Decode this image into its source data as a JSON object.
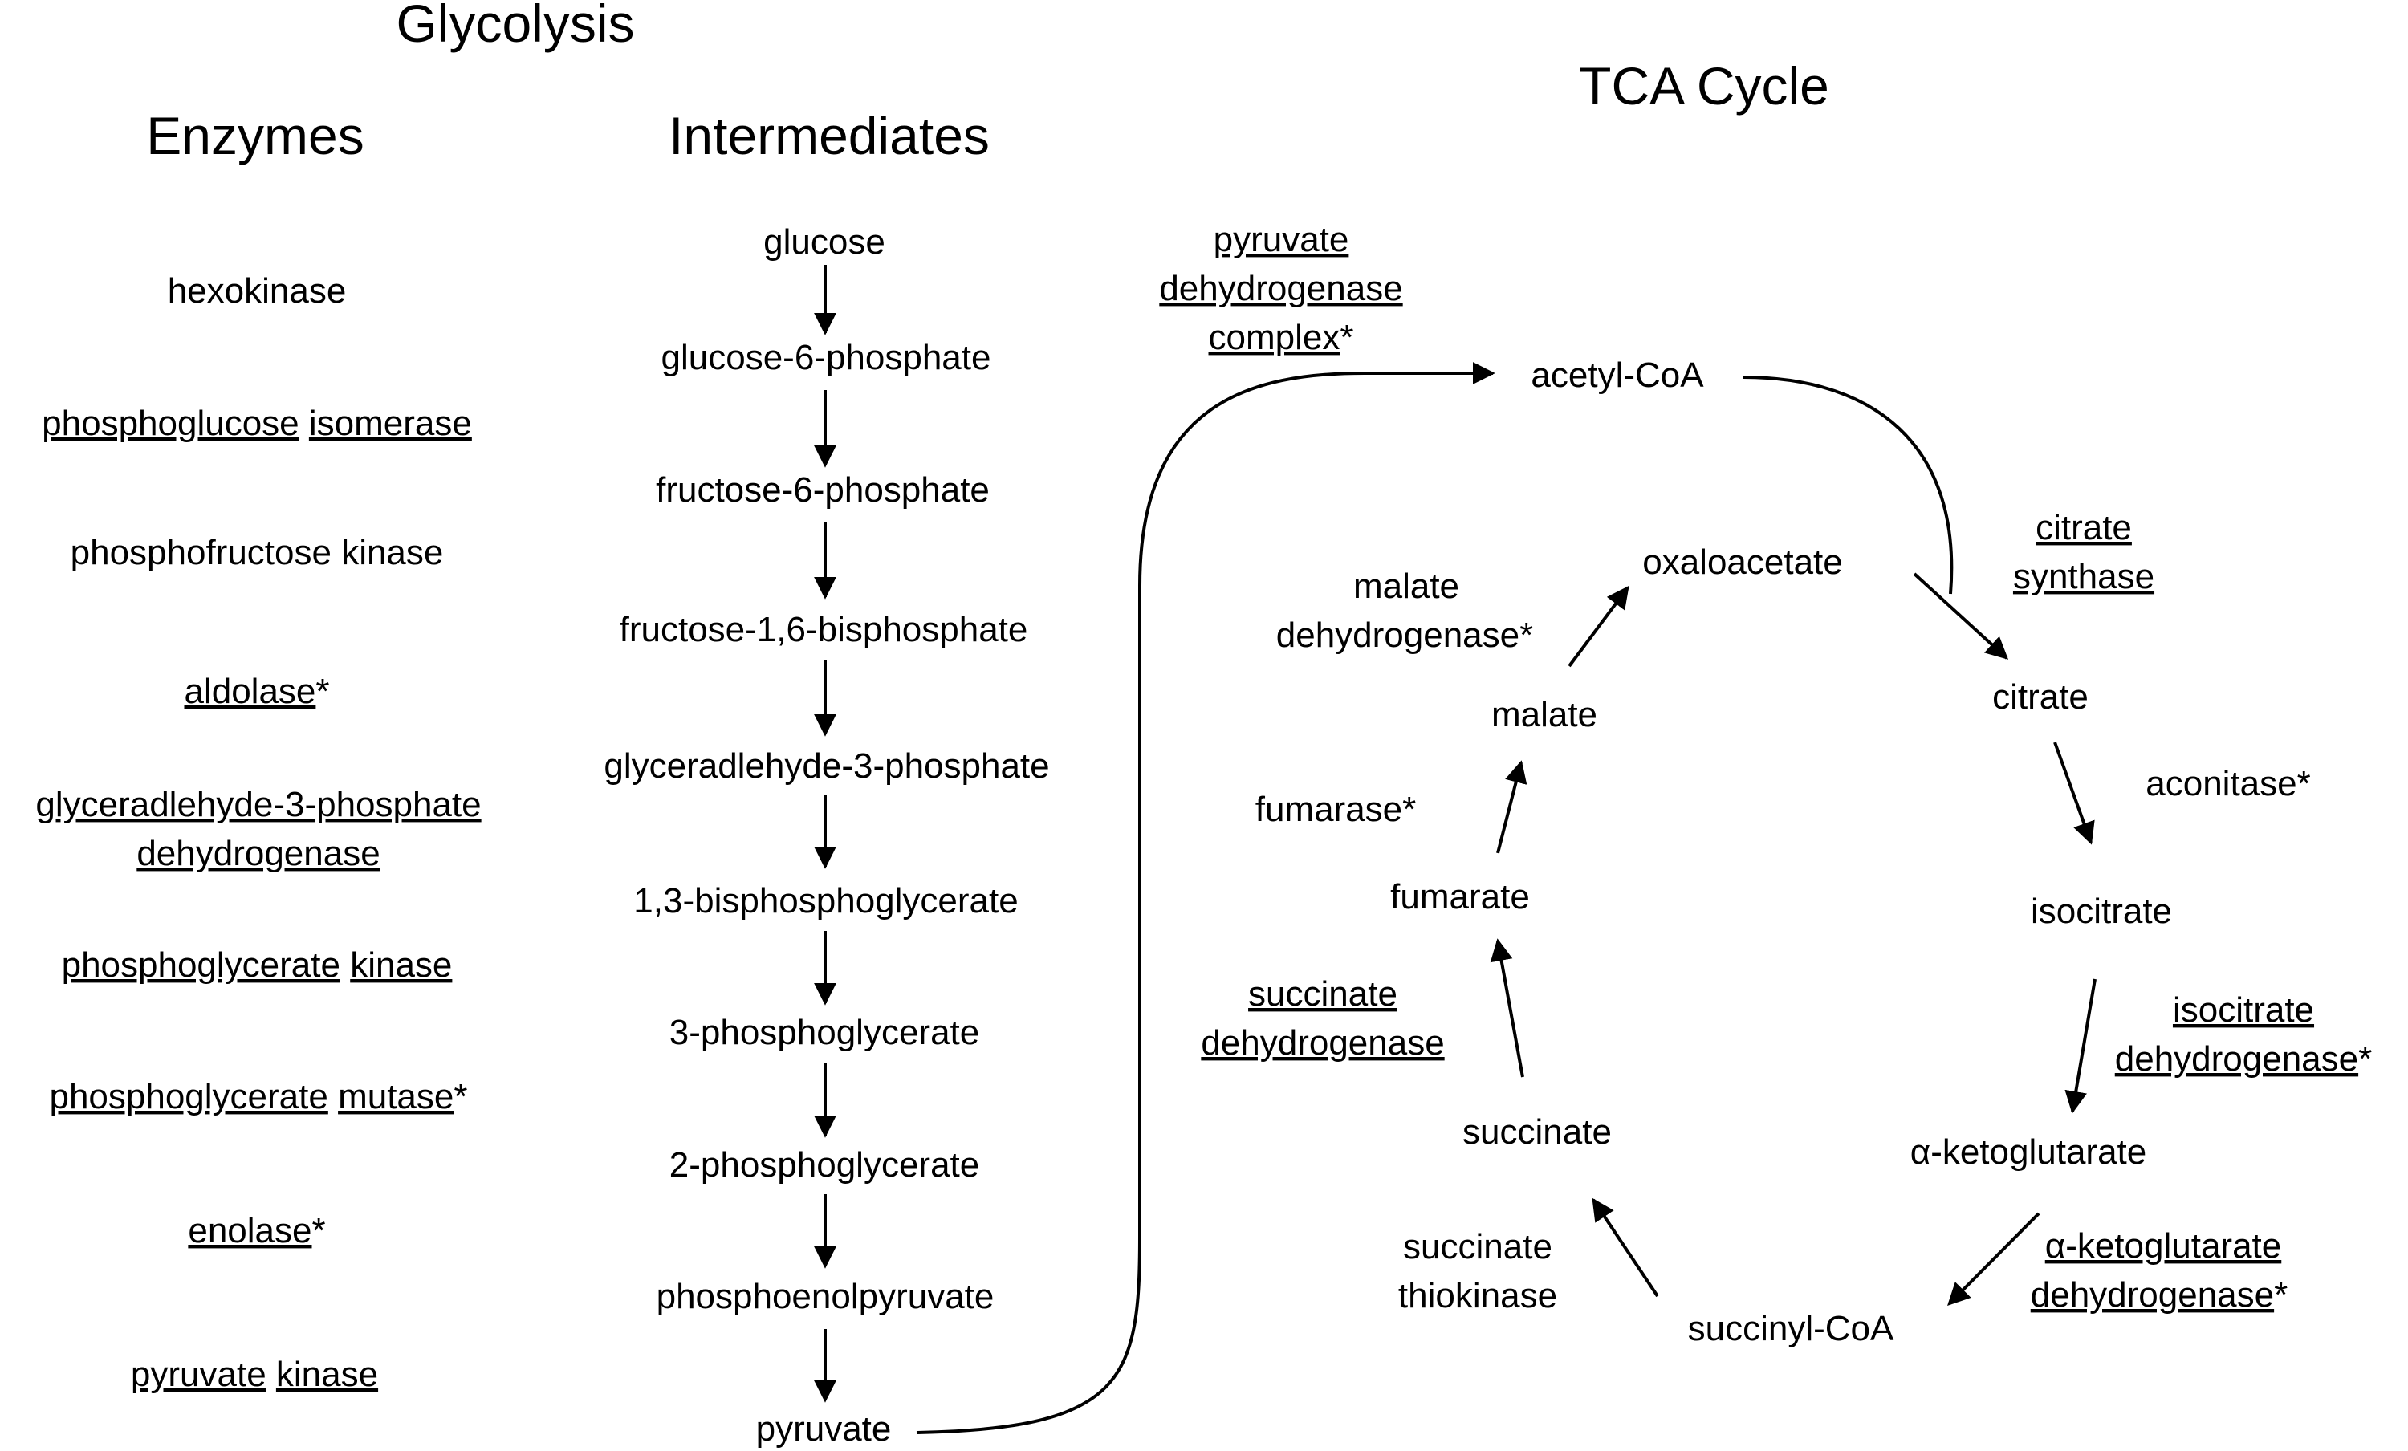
{
  "headers": {
    "glycolysis": "Glycolysis",
    "enzymes": "Enzymes",
    "intermediates": "Intermediates",
    "tca": "TCA Cycle"
  },
  "glycolysis_enzymes": {
    "hexokinase": "hexokinase",
    "phosphoglucose_a": "phosphoglucose",
    "phosphoglucose_b": "isomerase",
    "phosphofructose_kinase": "phosphofructose kinase",
    "aldolase": "aldolase",
    "aldolase_mark": "*",
    "gapdh_line1": "glyceradlehyde-3-phosphate",
    "gapdh_line2": "dehydrogenase",
    "pgk_a": "phosphoglycerate",
    "pgk_b": "kinase",
    "pgm_a": "phosphoglycerate",
    "pgm_b": "mutase",
    "pgm_mark": "*",
    "enolase": "enolase",
    "enolase_mark": "*",
    "pk_a": "pyruvate",
    "pk_b": "kinase"
  },
  "glycolysis_intermediates": [
    "glucose",
    "glucose-6-phosphate",
    "fructose-6-phosphate",
    "fructose-1,6-bisphosphate",
    "glyceradlehyde-3-phosphate",
    "1,3-bisphosphoglycerate",
    "3-phosphoglycerate",
    "2-phosphoglycerate",
    "phosphoenolpyruvate",
    "pyruvate"
  ],
  "tca_intermediates": {
    "acetyl_coa": "acetyl-CoA",
    "oxaloacetate": "oxaloacetate",
    "citrate": "citrate",
    "isocitrate": "isocitrate",
    "alpha_kg": "α-ketoglutarate",
    "succinyl_coa": "succinyl-CoA",
    "succinate": "succinate",
    "fumarate": "fumarate",
    "malate": "malate"
  },
  "tca_enzymes": {
    "pdh_line1": "pyruvate",
    "pdh_line2": "dehydrogenase",
    "pdh_line3": "complex",
    "pdh_mark": "*",
    "cs_line1": "citrate",
    "cs_line2": "synthase",
    "aconitase": "aconitase*",
    "idh_line1": "isocitrate",
    "idh_line2": "dehydrogenase",
    "idh_mark": "*",
    "akgdh_line1": "α-ketoglutarate",
    "akgdh_line2": "dehydrogenase",
    "akgdh_mark": "*",
    "st_line1": "succinate",
    "st_line2": "thiokinase",
    "sdh_line1": "succinate",
    "sdh_line2": "dehydrogenase",
    "fumarase": "fumarase*",
    "mdh_line1": "malate",
    "mdh_line2": "dehydrogenase*"
  }
}
